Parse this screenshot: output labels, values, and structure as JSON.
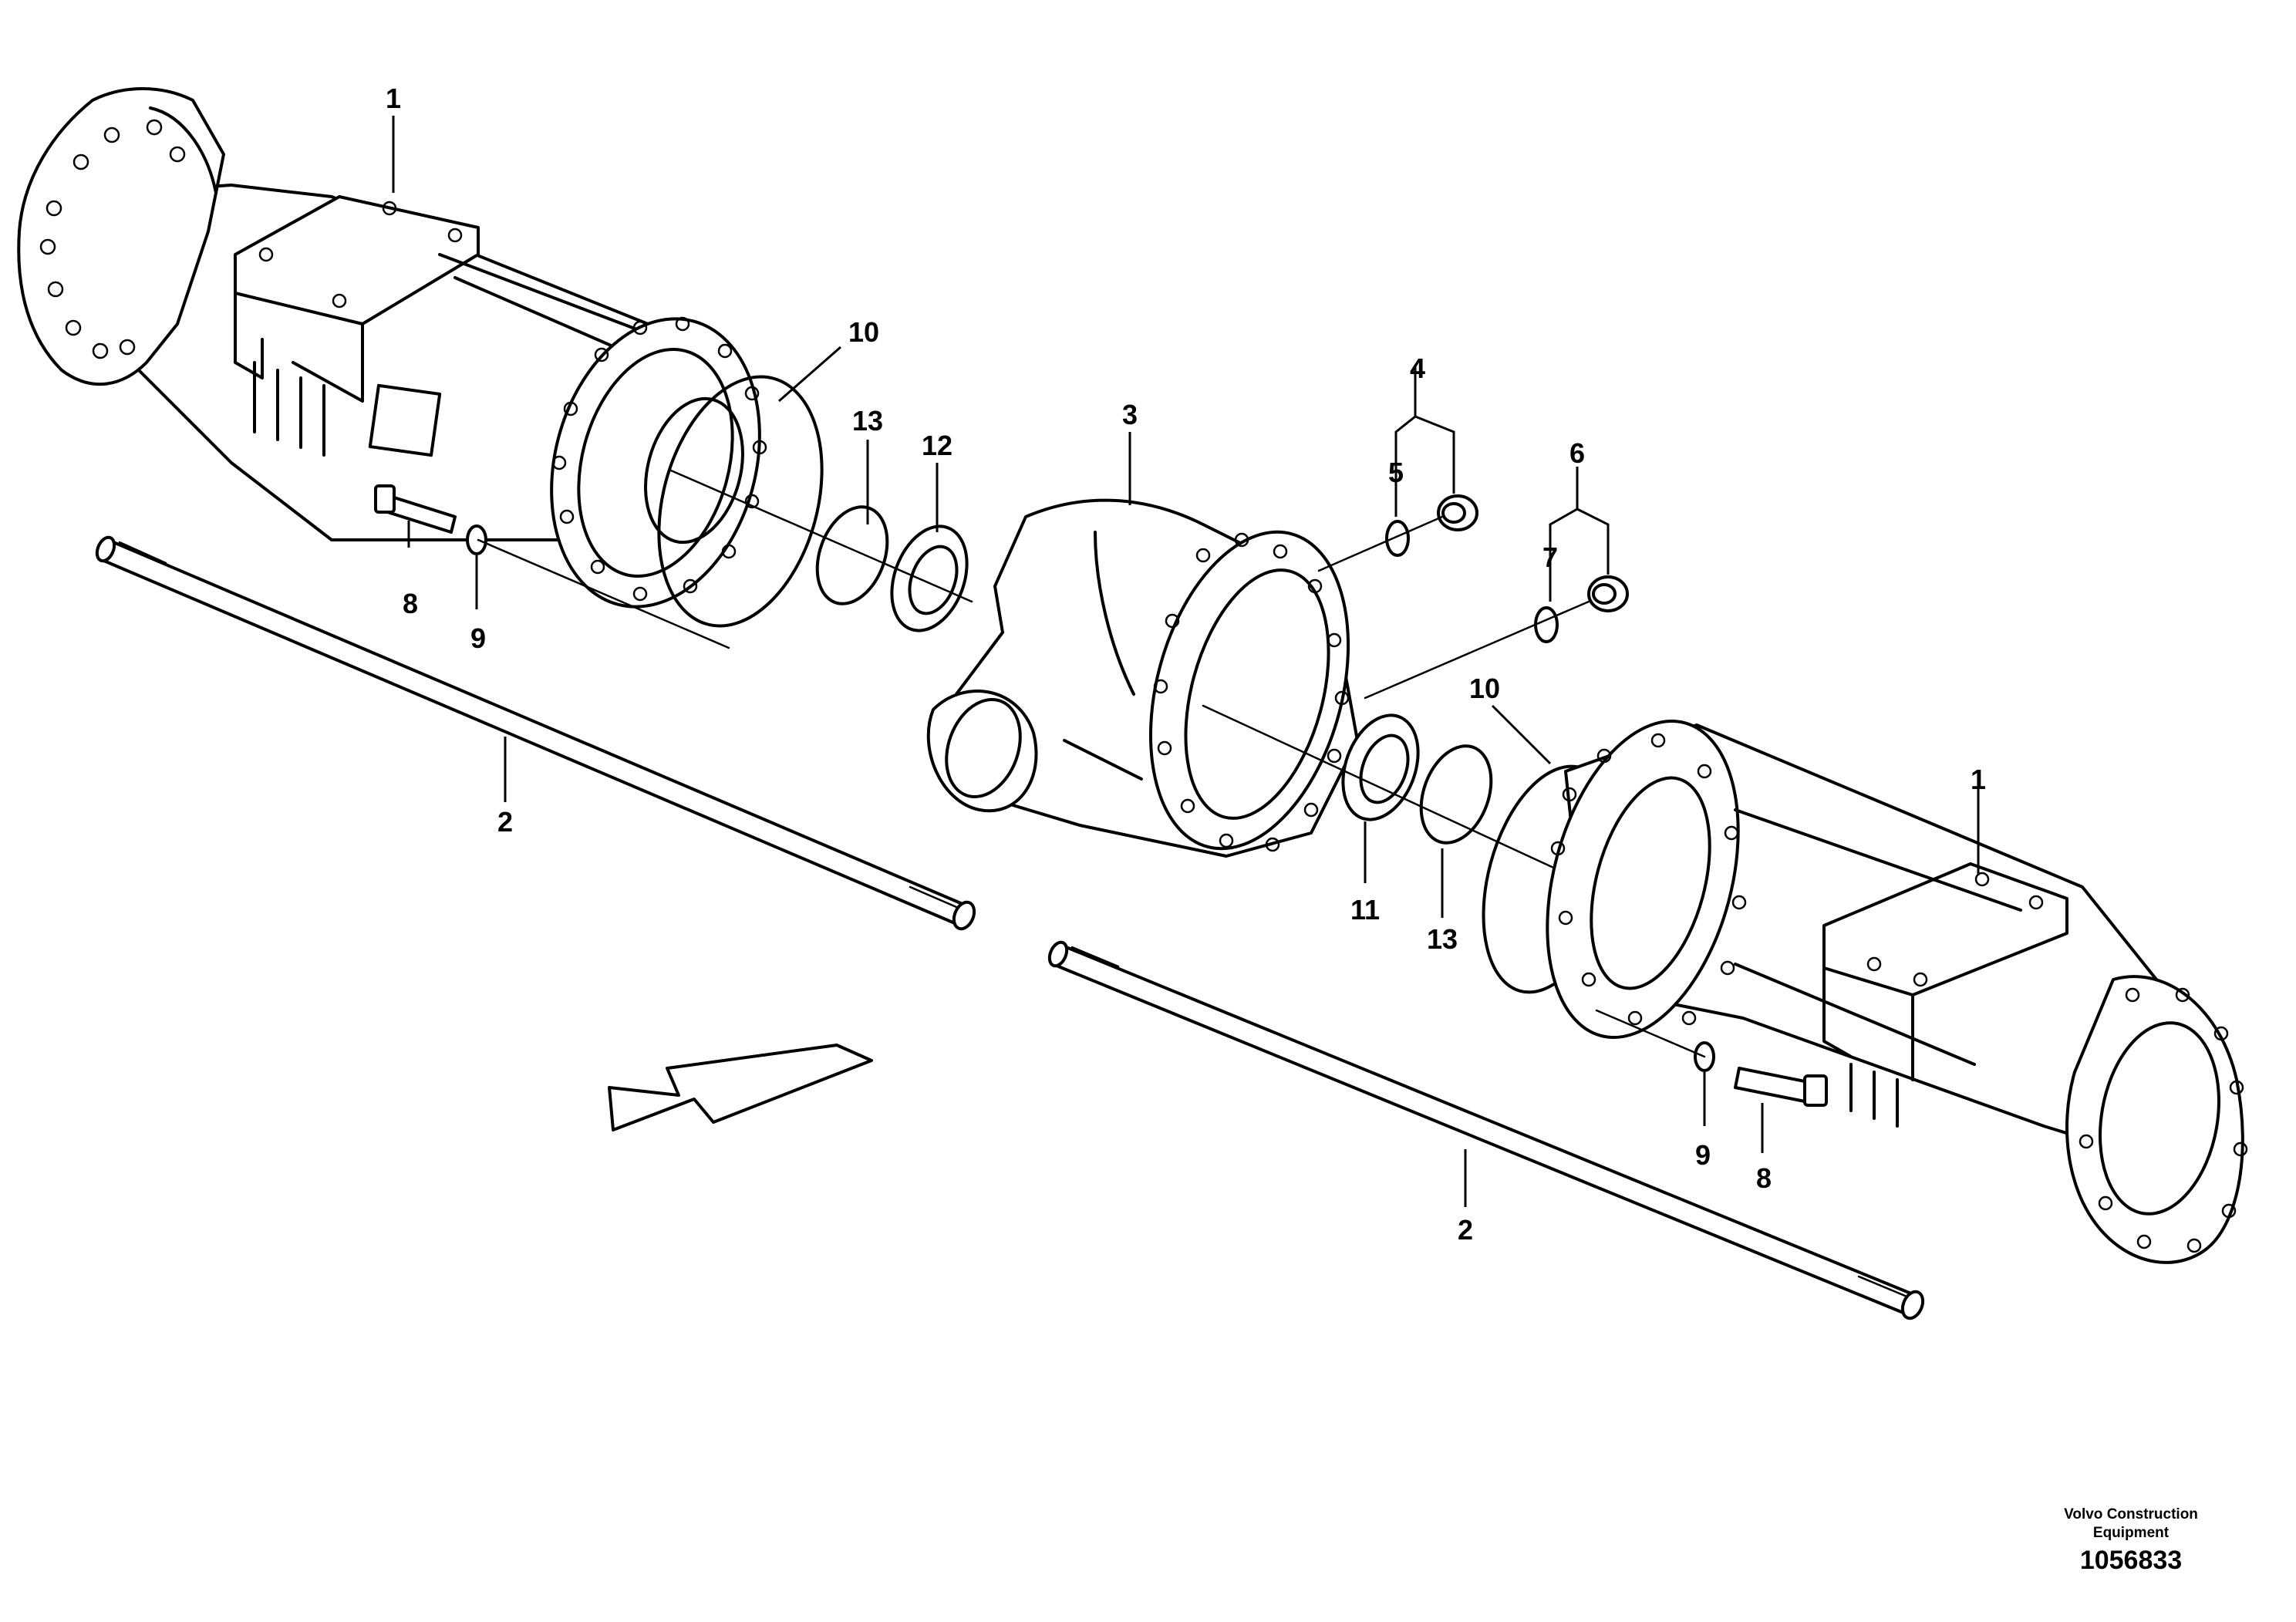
{
  "diagram": {
    "callouts": {
      "c1_left": "1",
      "c1_right": "1",
      "c2_left": "2",
      "c2_right": "2",
      "c3": "3",
      "c4": "4",
      "c5": "5",
      "c6": "6",
      "c7": "7",
      "c8_left": "8",
      "c8_right": "8",
      "c9_left": "9",
      "c9_right": "9",
      "c10_left": "10",
      "c10_right": "10",
      "c11": "11",
      "c12": "12",
      "c13_left": "13",
      "c13_right": "13"
    },
    "publisher": "Volvo Construction Equipment",
    "document_number": "1056833",
    "icons": {
      "direction": "forward-direction-arrow-icon"
    }
  }
}
